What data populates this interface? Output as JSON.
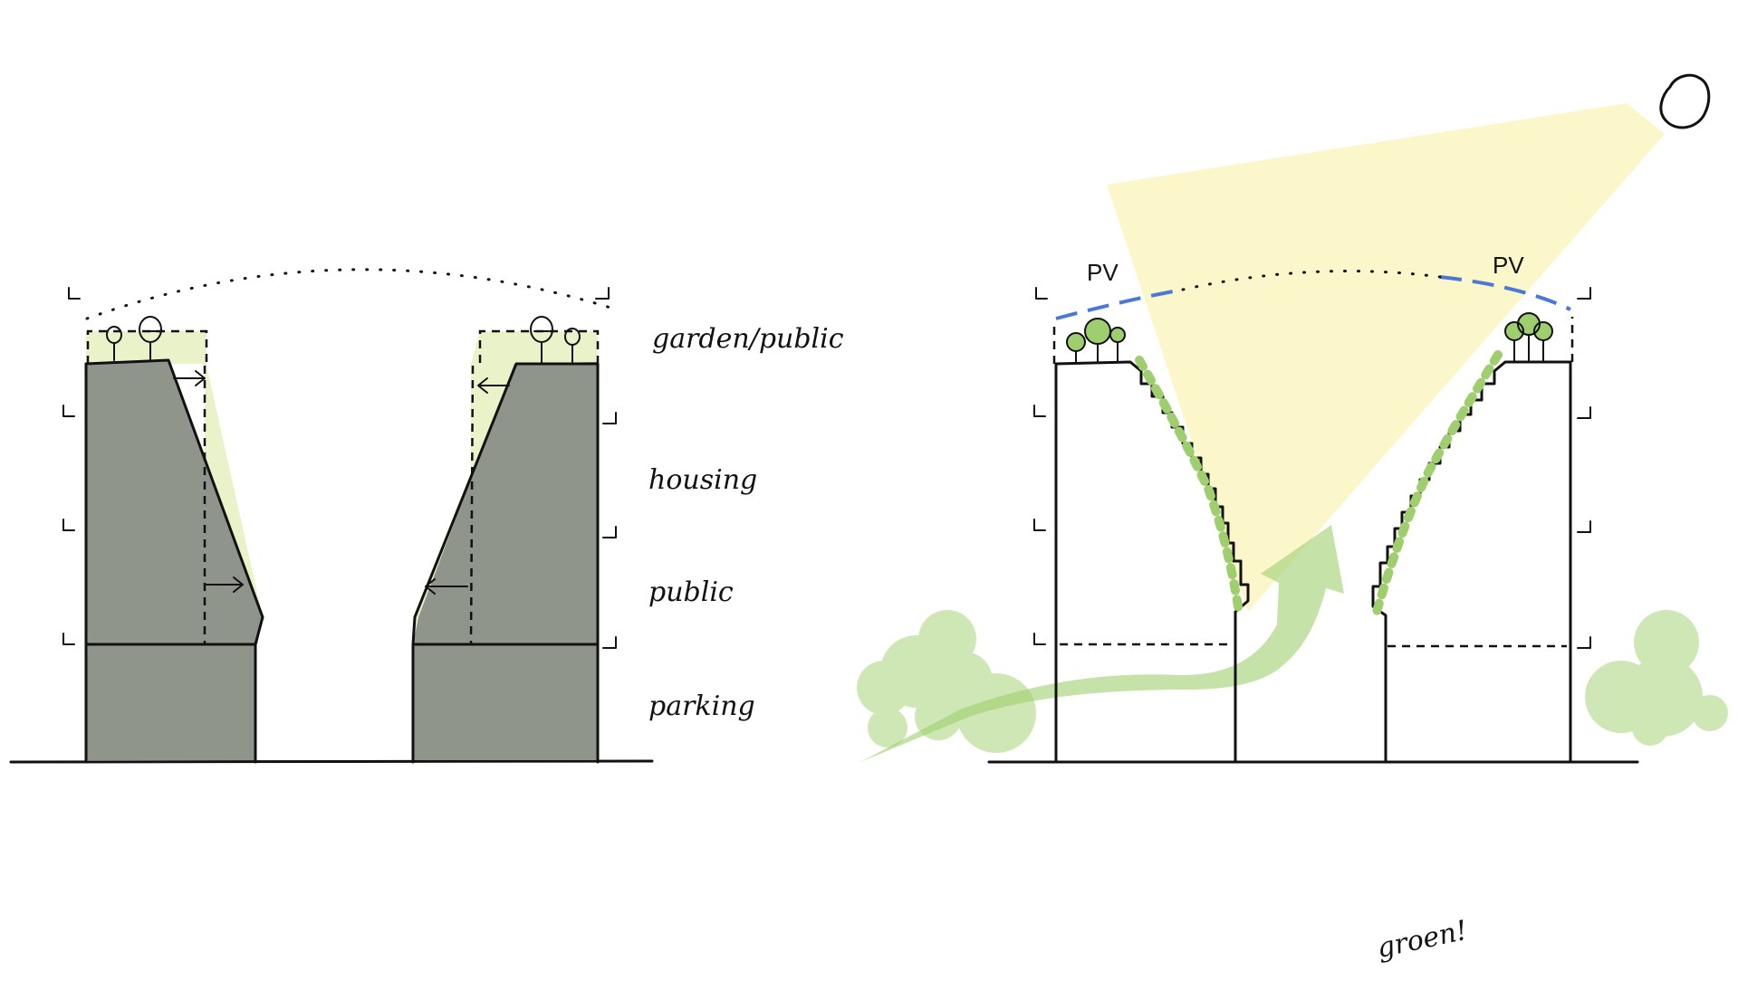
{
  "labels": {
    "level_roof": "garden/public",
    "level_housing": "housing",
    "level_public": "public",
    "level_parking": "parking",
    "pv_left": "PV",
    "pv_right": "PV",
    "note": "groen!"
  },
  "colors": {
    "building_fill": "#8f958b",
    "light_green": "#e9f2c9",
    "green": "#9fce6e",
    "green_soft": "#a8d47a",
    "sun_cone": "#fbf6c4",
    "pv_blue": "#4a78d6",
    "ink": "#111111"
  }
}
